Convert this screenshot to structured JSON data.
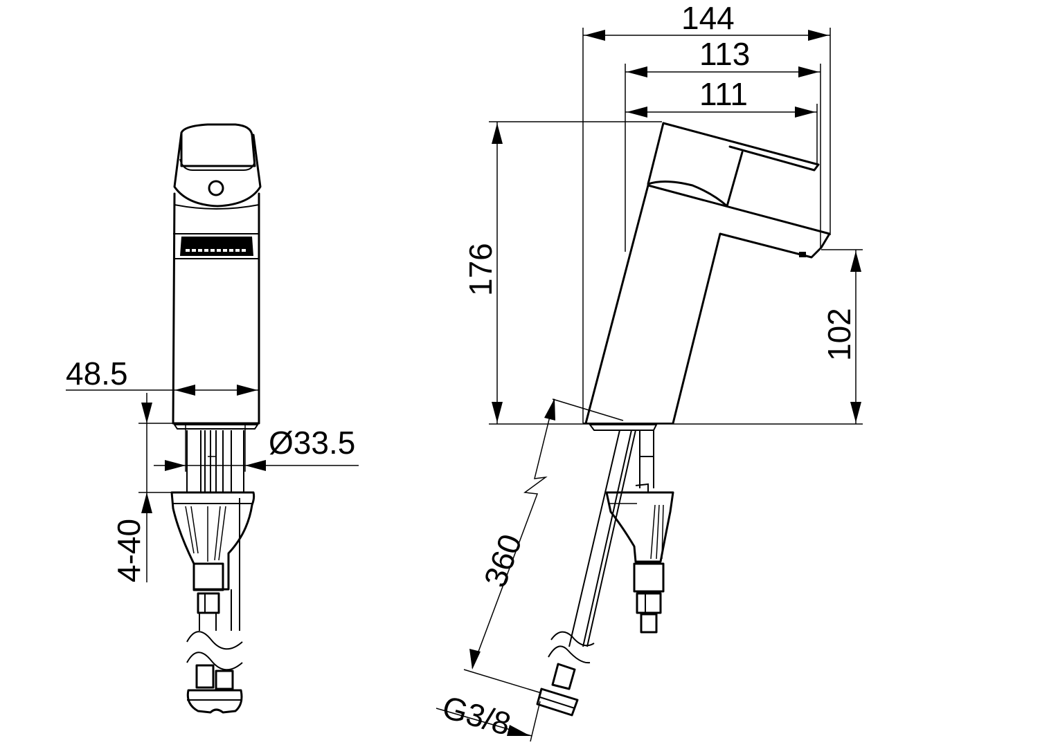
{
  "drawing": {
    "subject": "Single-lever basin mixer dimension drawing",
    "views": [
      "front-view",
      "side-view"
    ],
    "units": "mm"
  },
  "front_view": {
    "dimensions": {
      "body_width": "48.5",
      "base_diameter": "Ø33.5",
      "deck_thickness": "4-40"
    }
  },
  "side_view": {
    "dimensions": {
      "overall_depth": "144",
      "spout_reach_outer": "113",
      "spout_reach_inner": "111",
      "overall_height": "176",
      "spout_outlet_height": "102",
      "hose_length": "360",
      "connection_thread": "G3/8"
    }
  },
  "colors": {
    "line": "#000000",
    "background": "#ffffff"
  }
}
